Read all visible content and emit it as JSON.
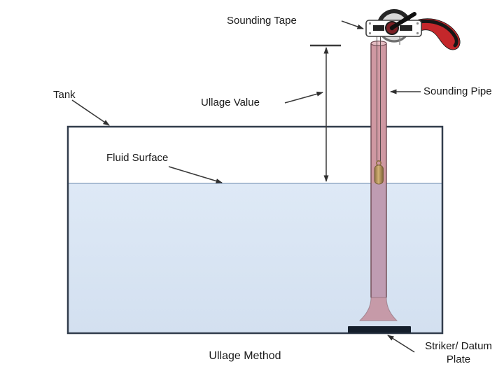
{
  "diagram": {
    "caption": "Ullage Method",
    "labels": {
      "sounding_tape": "Sounding Tape",
      "tank": "Tank",
      "ullage_value": "Ullage Value",
      "fluid_surface": "Fluid Surface",
      "sounding_pipe": "Sounding Pipe",
      "striker_datum_line1": "Striker/ Datum",
      "striker_datum_line2": "Plate"
    },
    "colors": {
      "fluid": "#dbe6f3",
      "fluid_deep": "#d2dff0",
      "fluid_surface_line": "#93abc7",
      "tank_border": "#323d4c",
      "pipe_pink": "#cf98a2",
      "pipe_submerged": "#bf9cb2",
      "pipe_flare": "#c69aa8",
      "pipe_outline": "#6e4a52",
      "pipe_opening": "#e4bcc2",
      "striker_plate": "#141e2b",
      "arrow_ink": "#3a3a3a",
      "bob_gold": "#b9975c",
      "bob_gold_dark": "#7c6136",
      "reel_body": "#d6d6d6",
      "reel_dark": "#262626",
      "handle_red": "#c4272b",
      "handle_black": "#161616",
      "frame_white": "#ffffff"
    }
  }
}
